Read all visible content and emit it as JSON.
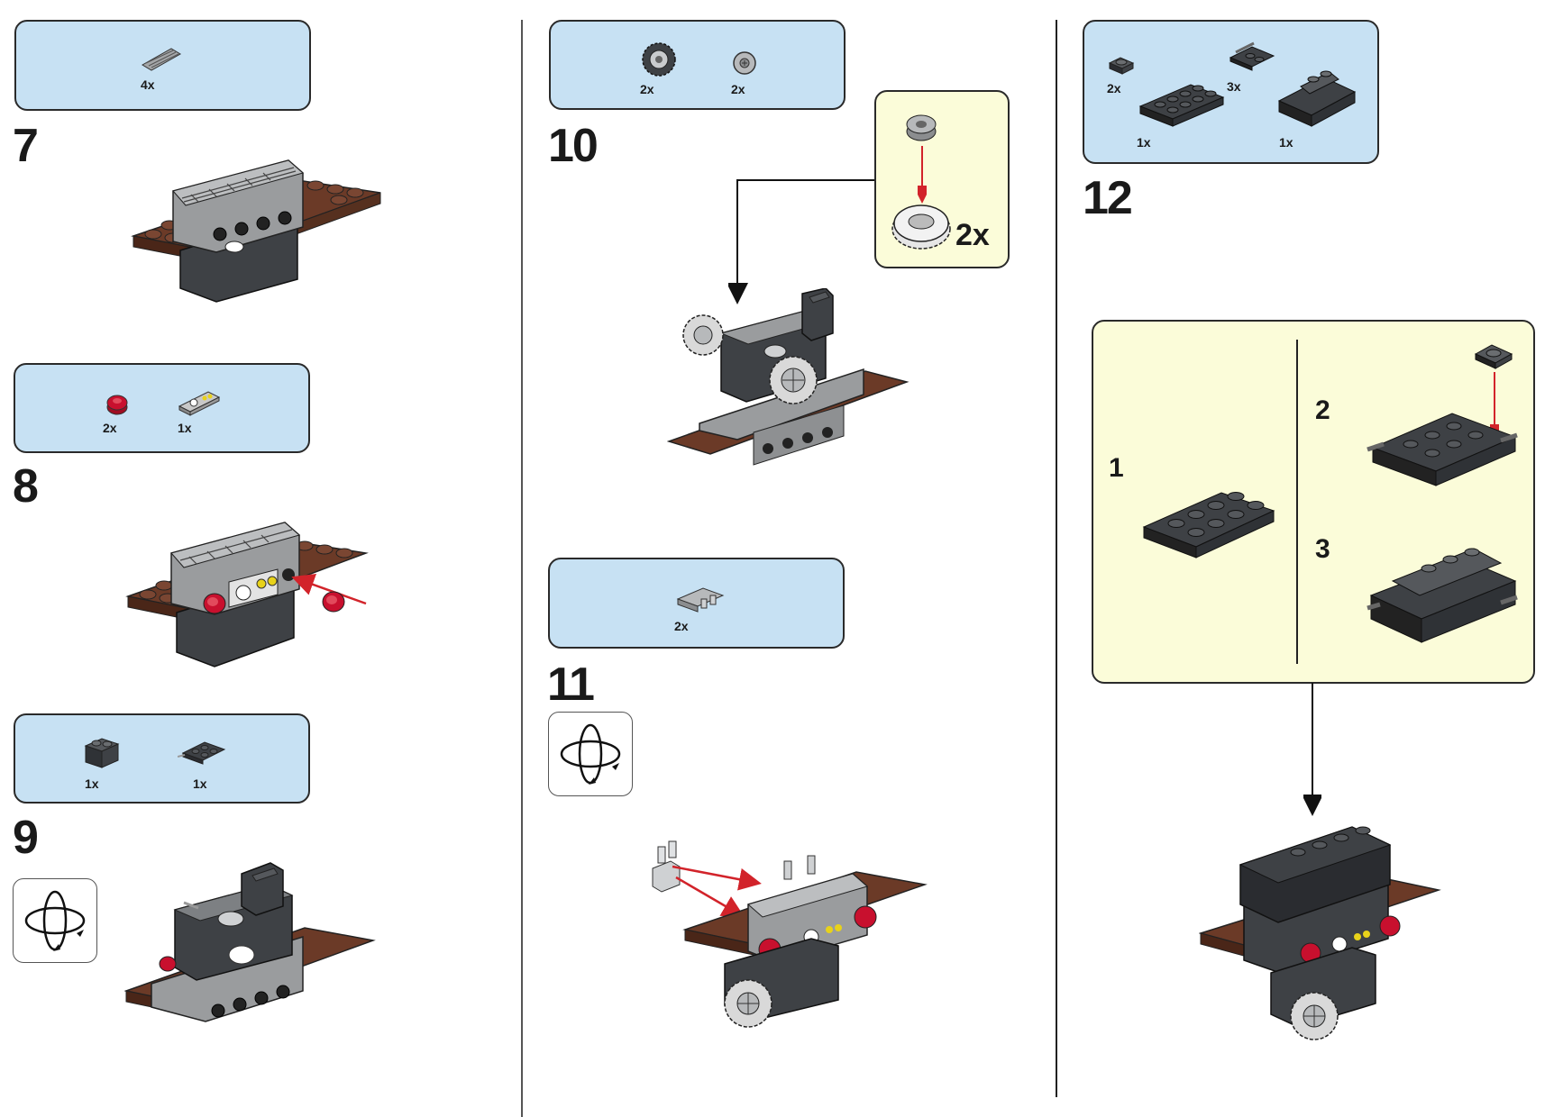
{
  "steps": [
    {
      "number": "7",
      "parts": [
        {
          "qty": "4x",
          "icon": "grille-tile-icon"
        }
      ]
    },
    {
      "number": "8",
      "parts": [
        {
          "qty": "2x",
          "icon": "red-round-plate-icon"
        },
        {
          "qty": "1x",
          "icon": "printed-gauge-tile-icon"
        }
      ]
    },
    {
      "number": "9",
      "parts": [
        {
          "qty": "1x",
          "icon": "dark-grey-brick-icon"
        },
        {
          "qty": "1x",
          "icon": "plate-with-pins-icon"
        }
      ]
    },
    {
      "number": "10",
      "parts": [
        {
          "qty": "2x",
          "icon": "tire-icon"
        },
        {
          "qty": "2x",
          "icon": "wheel-rim-icon"
        }
      ],
      "callout_qty": "2x"
    },
    {
      "number": "11",
      "parts": [
        {
          "qty": "2x",
          "icon": "clip-plate-icon"
        }
      ]
    },
    {
      "number": "12",
      "parts": [
        {
          "qty": "2x",
          "icon": "round-plate-1x1-icon"
        },
        {
          "qty": "1x",
          "icon": "plate-2x4-icon"
        },
        {
          "qty": "3x",
          "icon": "plate-with-bar-icon"
        },
        {
          "qty": "1x",
          "icon": "slope-brick-icon"
        }
      ],
      "substeps": [
        "1",
        "2",
        "3"
      ]
    }
  ],
  "colors": {
    "parts_box": "#c7e1f3",
    "sub_box": "#fbfcd9",
    "brown": "#6b3a27",
    "grey": "#9a9c9e",
    "dark_grey": "#3e4145",
    "red": "#c8102e",
    "arrow": "#d2232a"
  }
}
